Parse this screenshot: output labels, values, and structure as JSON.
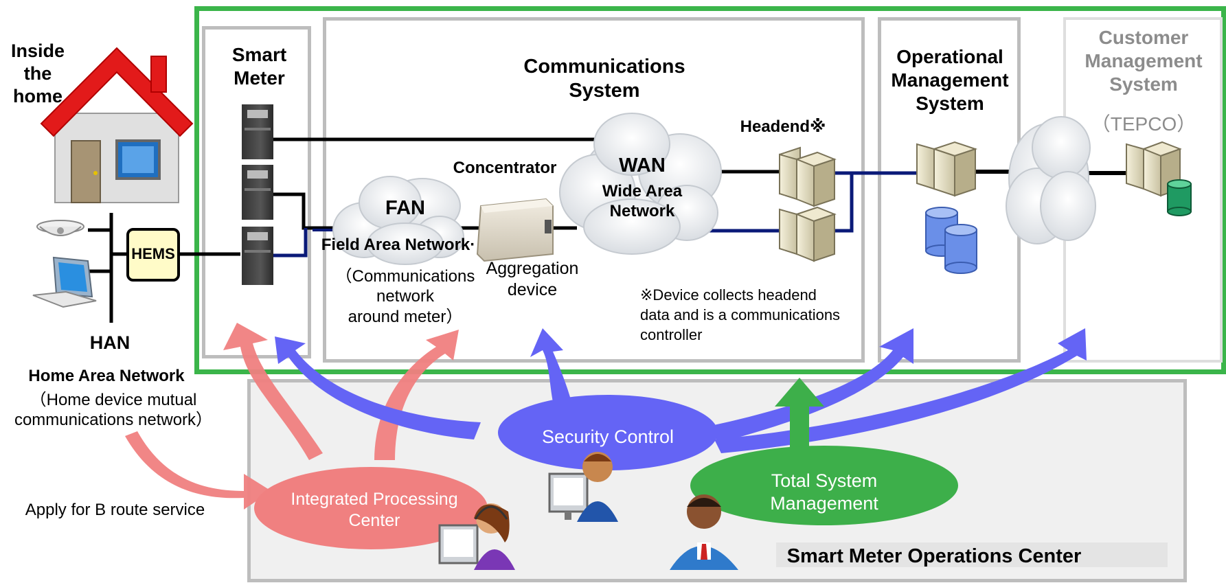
{
  "home": {
    "inside_home": "Inside\nthe\nhome",
    "hems": "HEMS",
    "han": "HAN",
    "han_full": "Home Area Network",
    "han_desc": "（Home device mutual\ncommunications network）",
    "apply_b_route": "Apply for B route service"
  },
  "smart_meter": {
    "title": "Smart\nMeter"
  },
  "communications": {
    "title": "Communications\nSystem",
    "fan": "FAN",
    "fan_full": "Field Area Network·",
    "fan_desc": "（Communications\nnetwork\naround meter）",
    "concentrator": "Concentrator",
    "aggregation": "Aggregation\ndevice",
    "wan": "WAN",
    "wan_full": "Wide Area\nNetwork",
    "headend": "Headend※",
    "note": "※Device collects headend\ndata and is a communications\ncontroller"
  },
  "operational": {
    "title": "Operational\nManagement\nSystem"
  },
  "customer": {
    "title": "Customer\nManagement\nSystem",
    "tepco": "（TEPCO）"
  },
  "operations_center": {
    "title": "Smart Meter Operations Center",
    "security": "Security Control",
    "integrated": "Integrated Processing\nCenter",
    "total": "Total System\nManagement"
  },
  "colors": {
    "green_border": "#3bb54a",
    "gray_border": "#bfbfbf",
    "blue_arrow": "#6464f5",
    "red_arrow": "#f08080",
    "green_arrow": "#3daf4a",
    "navy_line": "#0a1a78",
    "hems_fill": "#fffbc8"
  }
}
